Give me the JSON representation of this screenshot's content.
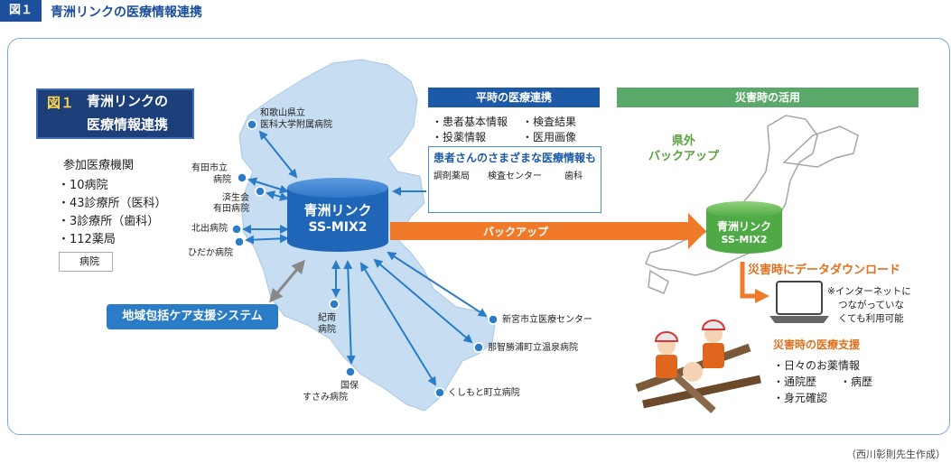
{
  "header": {
    "figure_tag": "図１",
    "title": "青洲リンクの医療情報連携"
  },
  "diagram_title": {
    "number": "図１",
    "line1": "青洲リンクの",
    "line2": "医療情報連携"
  },
  "participants": {
    "heading": "参加医療機関",
    "items": [
      "・10病院",
      "・43診療所（医科）",
      "・3診療所（歯科）",
      "・112薬局"
    ],
    "legend_label": "病院"
  },
  "hospitals": {
    "wakayama_l1": "和歌山県立",
    "wakayama_l2": "医科大学附属病院",
    "arida_l1": "有田市立",
    "arida_l2": "病院",
    "saiseikai_l1": "済生会",
    "saiseikai_l2": "有田病院",
    "kitade": "北出病院",
    "hidaka": "ひだか病院",
    "kinan_l1": "紀南",
    "kinan_l2": "病院",
    "kokuho_l1": "国保",
    "kokuho_l2": "すさみ病院",
    "shingu": "新宮市立医療センター",
    "nachi": "那智勝浦町立温泉病院",
    "kushimoto": "くしもと町立病院"
  },
  "hub": {
    "name": "青洲リンク",
    "system": "SS-MIX2"
  },
  "community_care": "地域包括ケア支援システム",
  "normal": {
    "heading": "平時の医療連携",
    "items": [
      "・患者基本情報",
      "・検査結果",
      "・投薬情報",
      "・医用画像"
    ],
    "patient_heading": "患者さんのさまざまな医療情報も",
    "sources": [
      "調剤薬局",
      "検査センター",
      "歯科"
    ]
  },
  "backup_arrow_label": "バックアップ",
  "disaster": {
    "heading": "災害時の活用",
    "pref_out_l1": "県外",
    "pref_out_l2": "バックアップ",
    "backup_name": "青洲リンク",
    "backup_system": "SS-MIX2",
    "download_label": "災害時にデータダウンロード",
    "note_l1": "※インターネットに",
    "note_l2": "つながっていな",
    "note_l3": "くても利用可能",
    "support_heading": "災害時の医療支援",
    "support_items": [
      "・日々のお薬情報",
      "・通院歴",
      "・病歴",
      "・身元確認"
    ]
  },
  "credit": "（西川彰則先生作成）",
  "colors": {
    "primary_blue": "#1c4f9c",
    "map_fill": "#c7ddf1",
    "hub_blue": "#1f66b8",
    "orange": "#f07a2a",
    "green": "#5aa86a"
  }
}
